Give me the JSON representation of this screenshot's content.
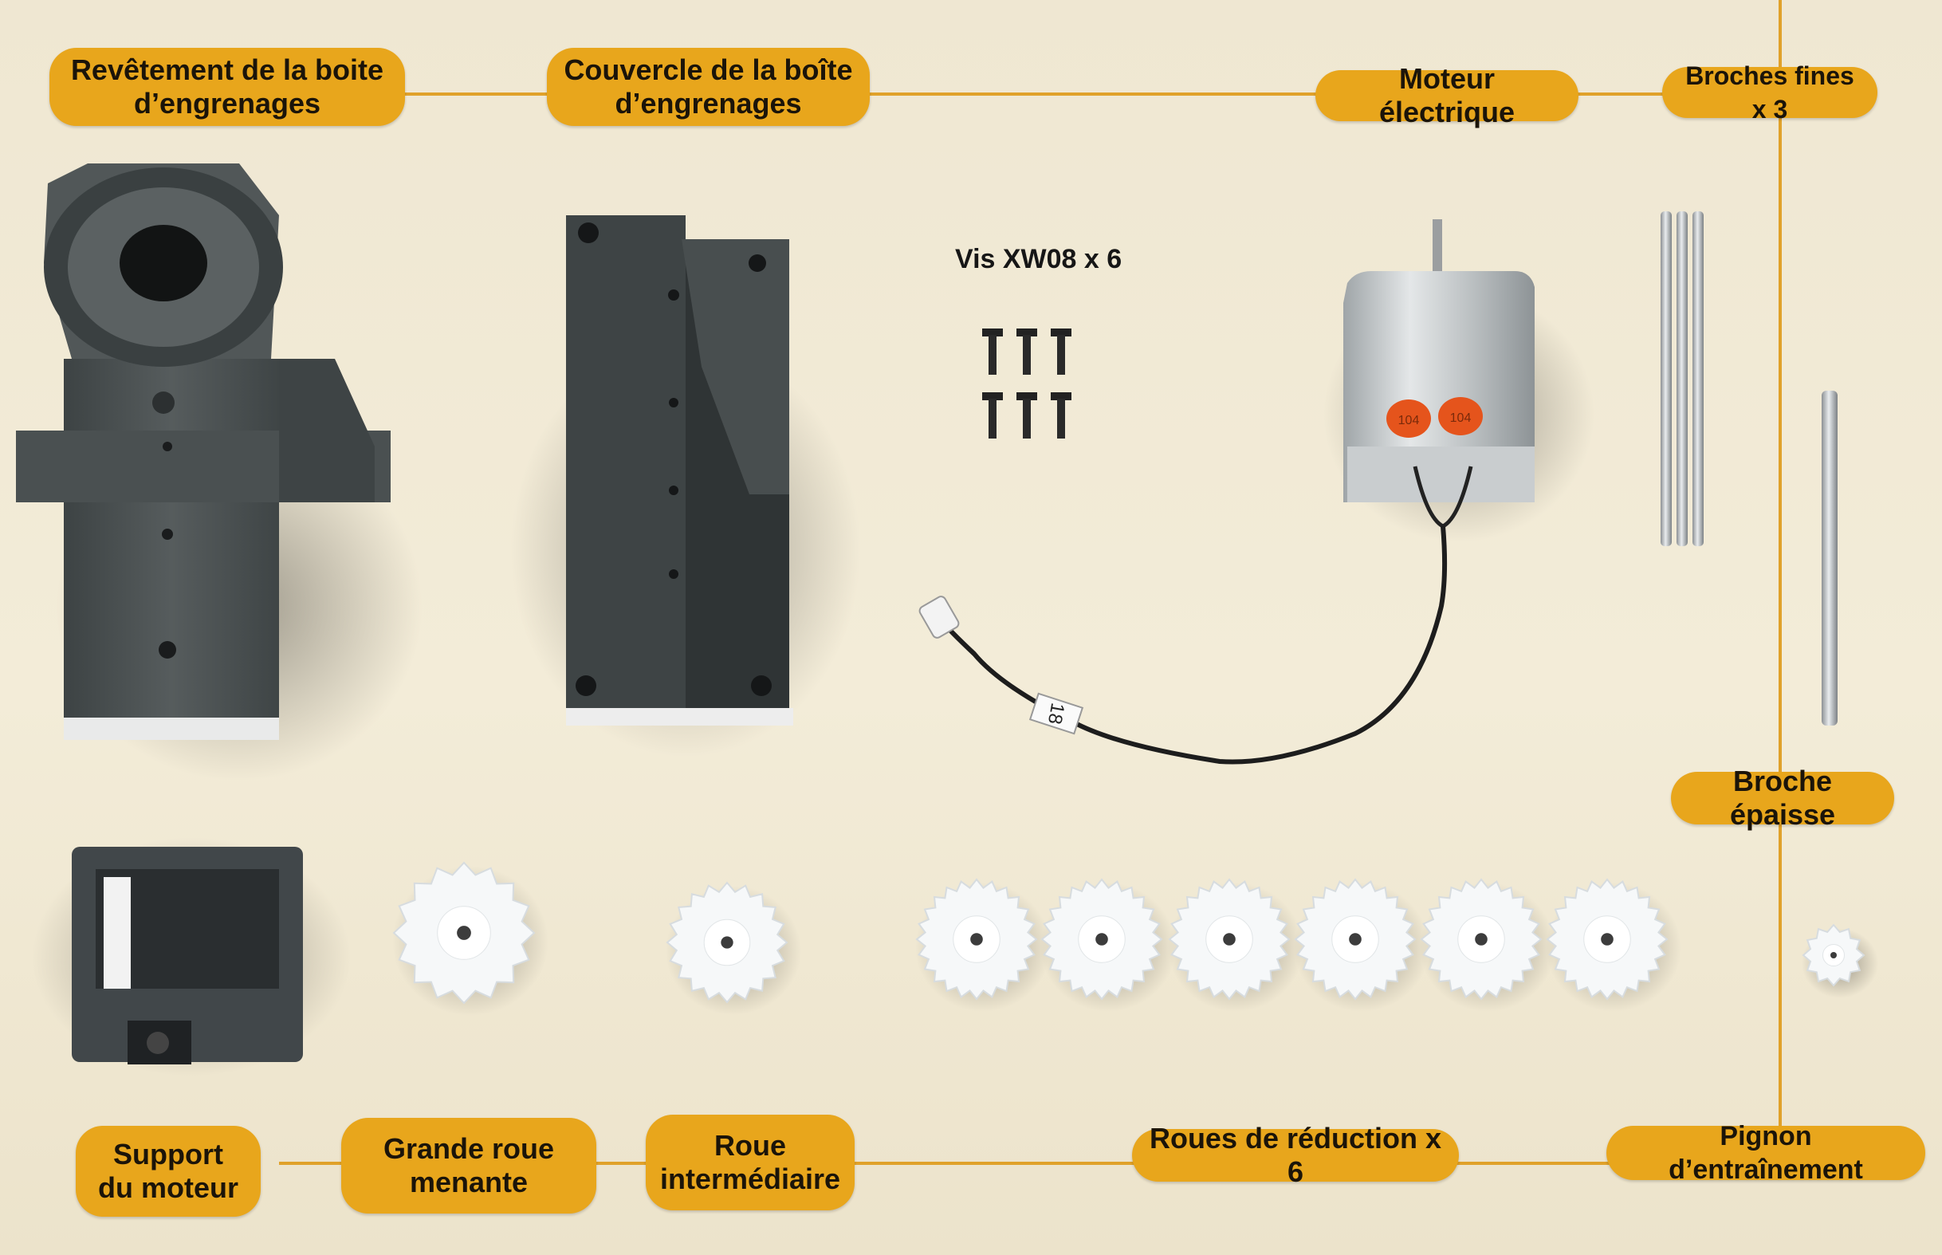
{
  "labels": {
    "revetement": [
      "Revêtement de la boite",
      "d’engrenages"
    ],
    "couvercle": [
      "Couvercle de la boîte",
      "d’engrenages"
    ],
    "moteur": "Moteur électrique",
    "broches_fines": "Broches fines x 3",
    "broche_epaisse": "Broche épaisse",
    "support": [
      "Support",
      "du moteur"
    ],
    "grande_roue": [
      "Grande roue",
      "menante"
    ],
    "roue_intermediaire": [
      "Roue",
      "intermédiaire"
    ],
    "roues_reduction": "Roues de réduction x 6",
    "pignon": "Pignon d’entraînement",
    "vis": "Vis XW08 x 6"
  },
  "motor_markings": {
    "capacitor_left": "104",
    "capacitor_right": "104",
    "cable_tag": "18"
  },
  "colors": {
    "label_fill": "#e8a61c",
    "connector_line": "#e0a12a",
    "background": "#efe7d2",
    "plastic_dark": "#4b5152",
    "gear_white": "#f6f8f9"
  }
}
